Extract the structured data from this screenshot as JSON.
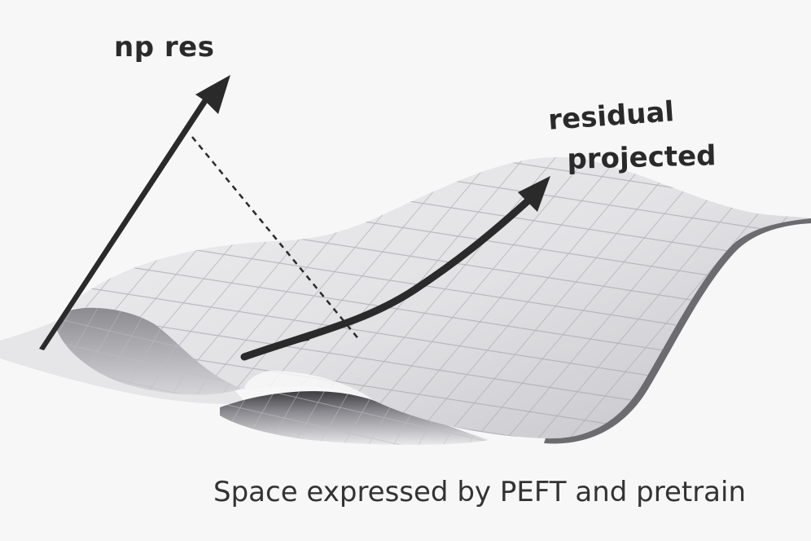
{
  "diagram": {
    "title": "Space expressed by PEFT and pretrain",
    "labels": {
      "np_res": "np res",
      "residual": "residual",
      "projected": "projected"
    },
    "elements": {
      "surface": "curved grid manifold surface (grayscale)",
      "straight_arrow": "np res vector",
      "curved_arrow": "residual projected onto surface",
      "dashed_line": "projection line from np res arrow to surface"
    },
    "colors": {
      "background": "#f7f7f8",
      "ink": "#2a2a2a",
      "surface_light": "#e9e9ec",
      "surface_mid": "#c9c9cd",
      "surface_dark": "#7a7a80",
      "grid": "#a8a8ad"
    }
  }
}
